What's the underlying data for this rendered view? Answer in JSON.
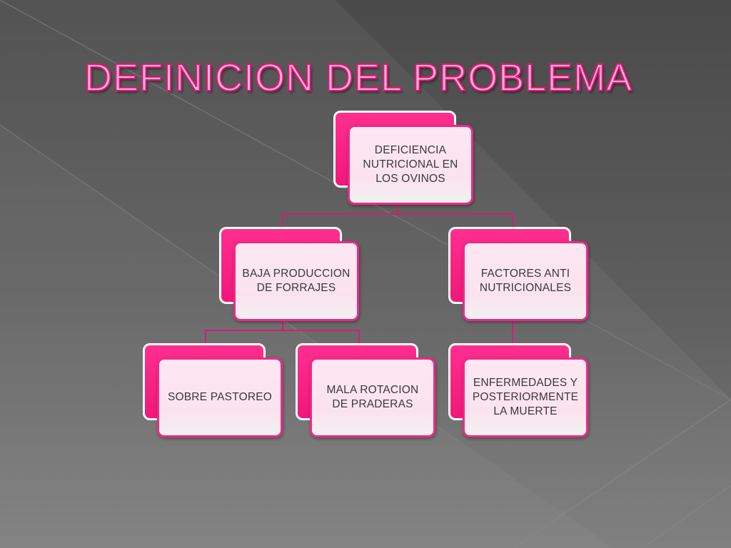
{
  "slide": {
    "title": "DEFINICION DEL PROBLEMA"
  },
  "colors": {
    "accent": "#e8137a",
    "box_back": "#f0187a",
    "box_front": "#fde7f2",
    "connector": "#d81b72"
  },
  "diagram": {
    "root": {
      "text": "DEFICIENCIA NUTRICIONAL EN LOS OVINOS"
    },
    "left": {
      "text": "BAJA PRODUCCION DE FORRAJES"
    },
    "right": {
      "text": "FACTORES ANTI NUTRICIONALES"
    },
    "leaf1": {
      "text": "SOBRE PASTOREO"
    },
    "leaf2": {
      "text": "MALA ROTACION DE PRADERAS"
    },
    "leaf3": {
      "text": "ENFERMEDADES Y POSTERIORMENTE LA MUERTE"
    }
  }
}
